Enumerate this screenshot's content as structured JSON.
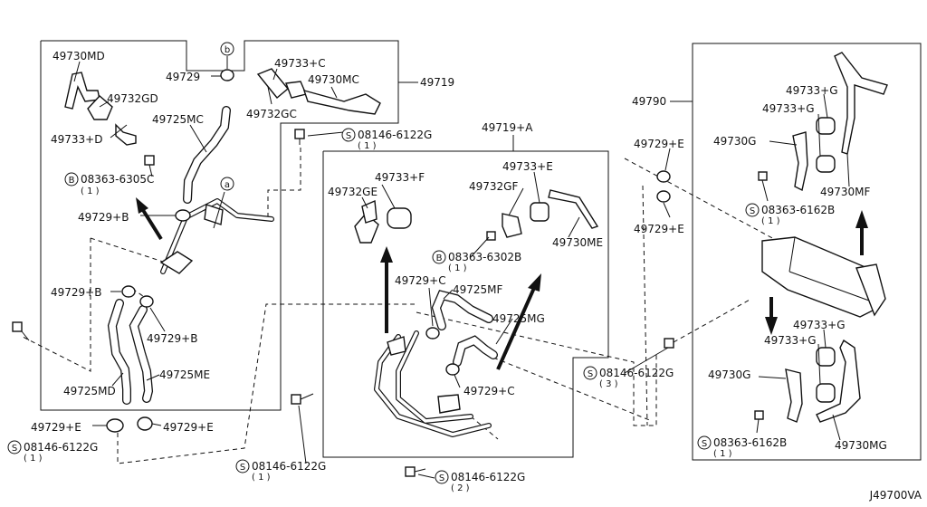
{
  "diagram_id": "J49700VA",
  "labels": {
    "p49730MD": "49730MD",
    "p49732GD": "49732GD",
    "p49733D": "49733+D",
    "p49729_b_top": "49729",
    "p49729_b_circ": "b",
    "p49725MC": "49725MC",
    "p49733C": "49733+C",
    "p49730MC": "49730MC",
    "p49732GC": "49732GC",
    "p49719": "49719",
    "p08363_6305C": "08363-6305C",
    "p08363_6305C_q": "( 1 )",
    "p49729B_1": "49729+B",
    "p_a_circ": "a",
    "p49729B_2": "49729+B",
    "p49729B_3": "49729+B",
    "p49725MD": "49725MD",
    "p49725ME": "49725ME",
    "p49729E_1": "49729+E",
    "p49729E_2": "49729+E",
    "p08146_6122G_bl": "08146-6122G",
    "p08146_6122G_bl_q": "( 1 )",
    "p08146_6122G_top": "08146-6122G",
    "p08146_6122G_top_q": "( 1 )",
    "p49719A": "49719+A",
    "p49733F": "49733+F",
    "p49732GE": "49732GE",
    "p49733E": "49733+E",
    "p49732GF": "49732GF",
    "p49730ME": "49730ME",
    "p08363_6302B": "08363-6302B",
    "p08363_6302B_q": "( 1 )",
    "p49729C_1": "49729+C",
    "p49725MF": "49725MF",
    "p49725MG": "49725MG",
    "p49729C_2": "49729+C",
    "p08146_6122G_bm": "08146-6122G",
    "p08146_6122G_bm_q": "( 1 )",
    "p08146_6122G_bot": "08146-6122G",
    "p08146_6122G_bot_q": "( 2 )",
    "p49790": "49790",
    "p49729E_3": "49729+E",
    "p49729E_4": "49729+E",
    "p08146_6122G_r": "08146-6122G",
    "p08146_6122G_r_q": "( 3 )",
    "p49733G_1": "49733+G",
    "p49733G_2": "49733+G",
    "p49730G_1": "49730G",
    "p49730MF": "49730MF",
    "p08363_6162B_1": "08363-6162B",
    "p08363_6162B_1_q": "( 1 )",
    "p49733G_3": "49733+G",
    "p49733G_4": "49733+G",
    "p49730G_2": "49730G",
    "p08363_6162B_2": "08363-6162B",
    "p08363_6162B_2_q": "( 1 )",
    "p49730MG": "49730MG",
    "sym_S": "S",
    "sym_B": "B"
  },
  "colors": {
    "ink": "#111111",
    "paper": "#ffffff"
  }
}
